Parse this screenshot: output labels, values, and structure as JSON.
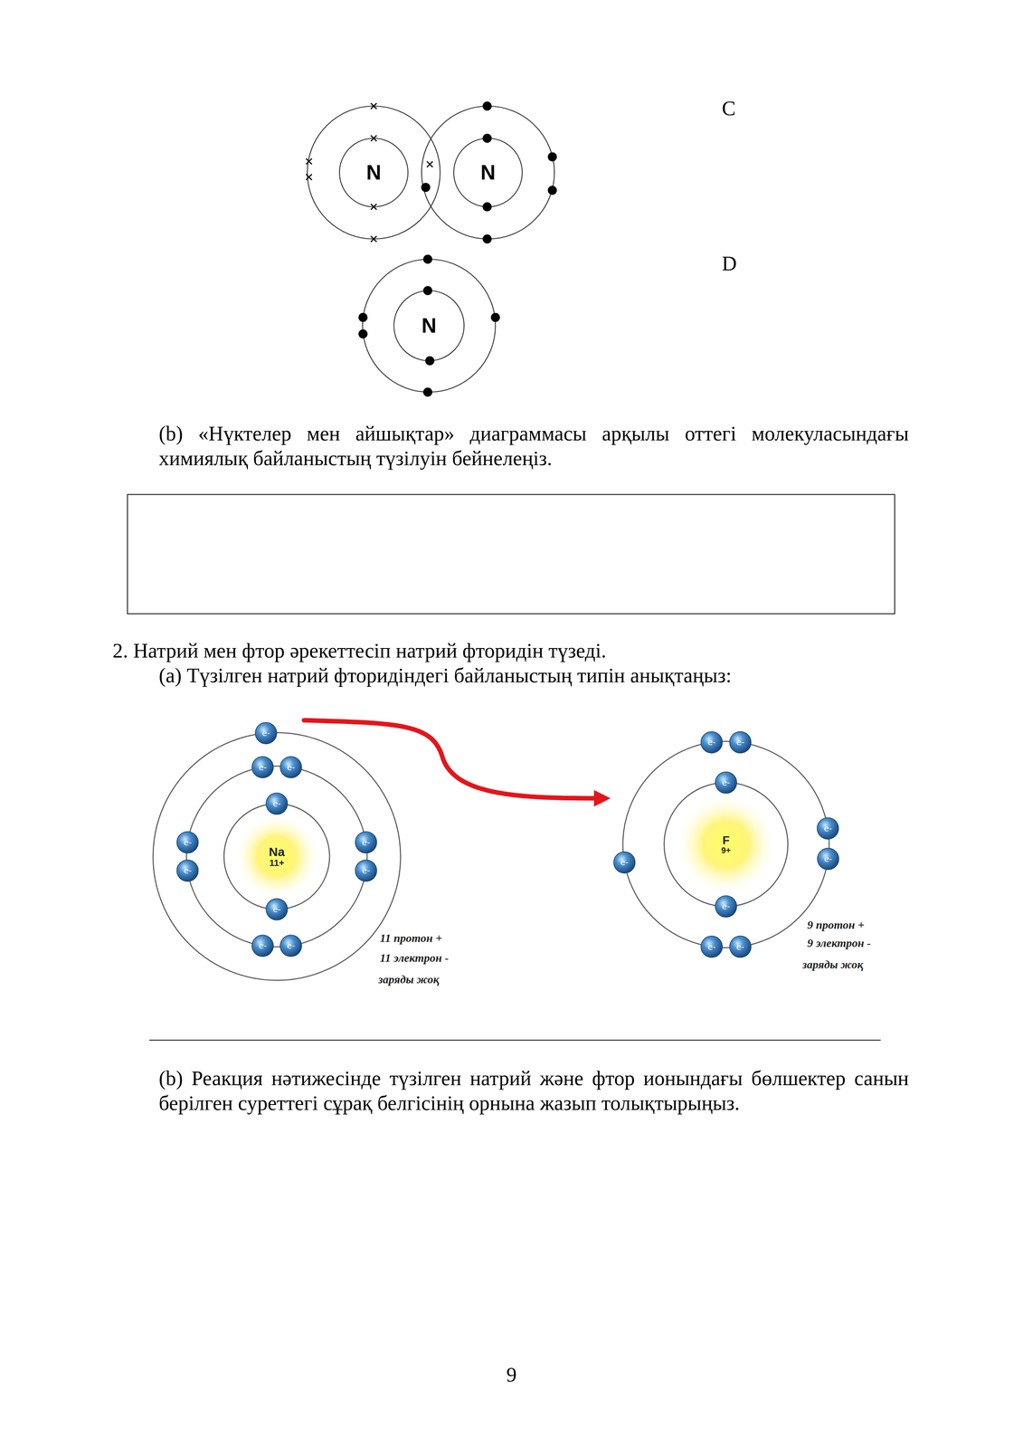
{
  "diagram": {
    "nodes": [
      {
        "text": [
          "N"
        ]
      },
      {
        "text": [
          "N"
        ]
      },
      {
        "text": [
          "N"
        ]
      },
      {
        "text": [
          "Na",
          "11+"
        ]
      },
      {
        "text": [
          "F",
          "9+"
        ]
      }
    ],
    "edges": [
      {
        "from": 3,
        "to": 4,
        "arrow": "to"
      }
    ],
    "labels": [
      "C",
      "D",
      "(b) «Нүктелер мен айшықтар» диаграммасы арқылы оттегі молекуласындағы химиялық байланыстың түзілуін бейнелеңіз.",
      "2. Натрий мен фтор әрекеттесіп натрий фторидін түзеді.",
      "(a) Түзілген натрий фторидіндегі байланыстың типін анықтаңыз:",
      "e-",
      "e-",
      "e-",
      "e-",
      "e-",
      "e-",
      "e-",
      "e-",
      "e-",
      "e-",
      "e-",
      "11 протон +",
      "11 электрон -",
      "заряды жоқ",
      "e-",
      "e-",
      "e-",
      "e-",
      "e-",
      "e-",
      "e-",
      "e-",
      "e-",
      "9 протон +",
      "9 электрон -",
      "заряды жоқ",
      "(b) Реакция нәтижесінде түзілген натрий және фтор ионындағы бөлшектер санын берілген суреттегі сұрақ белгісінің орнына жазып толықтырыңыз.",
      "9"
    ]
  }
}
